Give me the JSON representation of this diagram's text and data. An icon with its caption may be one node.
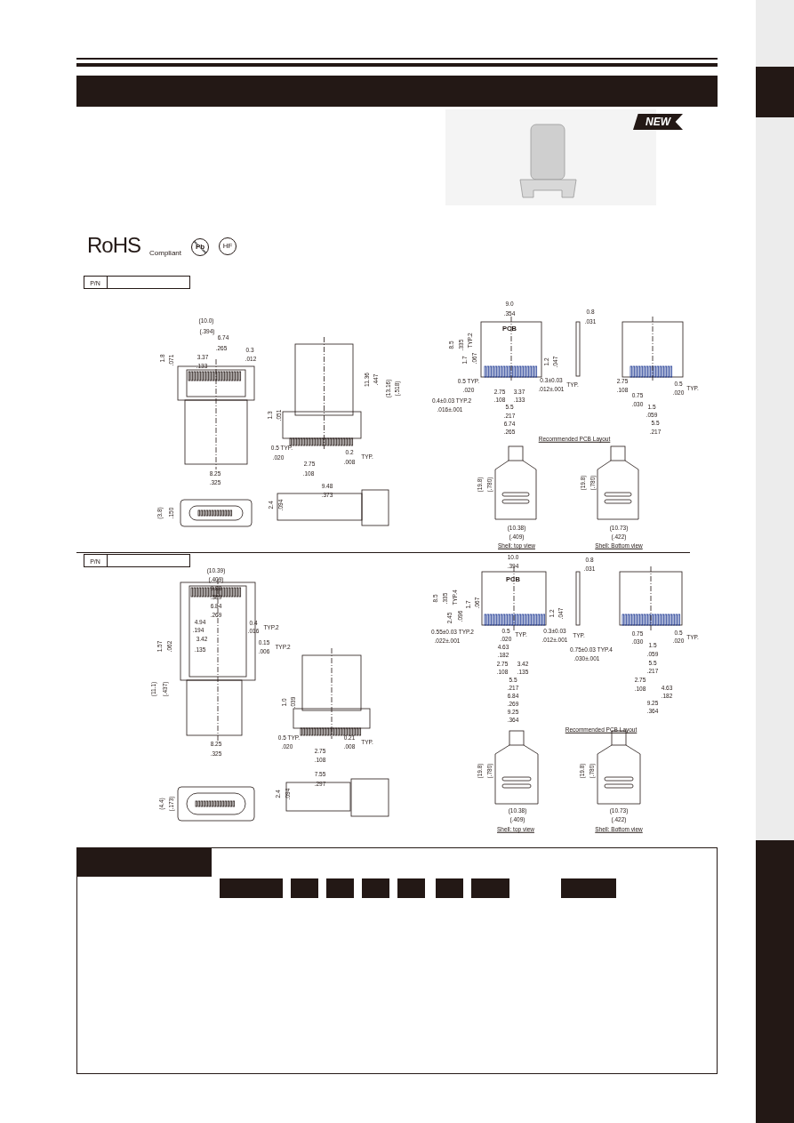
{
  "diagram": {
    "nodes": [
      {
        "text": [],
        "shape": "bar"
      },
      {
        "text": [],
        "shape": "bar"
      },
      {
        "text": [],
        "shape": "bar"
      },
      {
        "text": [],
        "shape": "bar"
      },
      {
        "text": [],
        "shape": "bar"
      },
      {
        "text": [],
        "shape": "bar"
      },
      {
        "text": [],
        "shape": "bar"
      },
      {
        "text": [],
        "shape": "bar"
      },
      {
        "text": [],
        "shape": "bar"
      },
      {
        "text": [],
        "shape": "bar"
      },
      {
        "text": [],
        "shape": "bar"
      },
      {
        "text": [],
        "shape": "bar"
      }
    ],
    "labels": [
      "NEW",
      "RoHS",
      "Compliant",
      "Pb",
      "HF",
      "P/N",
      "(10.0)",
      "(.394)",
      "6.74",
      ".265",
      "0.3",
      ".012",
      "3.37",
      ".133",
      "1.8",
      ".071",
      "8.25",
      ".325",
      "(3.8)",
      ".150",
      "11.36",
      ".447",
      "(13.16)",
      "(.518)",
      "1.3",
      ".051",
      "0.5 TYP.",
      ".020",
      "2.75",
      ".108",
      "0.2",
      ".008",
      "TYP.",
      "9.48",
      ".373",
      "2.4",
      ".094",
      "9.0",
      ".354",
      "PCB",
      "8.5",
      ".335",
      "TYP.2",
      "1.7",
      ".067",
      "1.2",
      ".047",
      "0.5 TYP.",
      ".020",
      "0.3±0.03",
      ".012±.001",
      "TYP.",
      "2.75",
      "3.37",
      "0.4±0.03 TYP.2",
      ".108",
      ".133",
      ".016±.001",
      "5.5",
      ".217",
      "6.74",
      ".265",
      "0.8",
      ".031",
      "2.75",
      ".108",
      "0.75",
      ".030",
      "1.5",
      ".059",
      "5.5",
      ".217",
      "0.5",
      ".020",
      "TYP.",
      "Recommended PCB Layout",
      "(19.8)",
      "(.780)",
      "(10.38)",
      "(.409)",
      "Shell: top view",
      "(19.8)",
      "(.780)",
      "(10.73)",
      "(.422)",
      "Shell: Bottom view",
      "P/N",
      "(10.39)",
      "(.409)",
      "9.88",
      ".389",
      "6.84",
      ".269",
      "4.94",
      ".194",
      "3.42",
      ".135",
      "0.4",
      ".016",
      "TYP.2",
      "0.15",
      ".006",
      "TYP.2",
      "1.57",
      ".062",
      "(11.1)",
      "(.437)",
      "8.25",
      ".325",
      "1.0",
      ".039",
      "0.5 TYP.",
      ".020",
      "2.75",
      ".108",
      "0.21",
      ".008",
      "TYP.",
      "(4.4)",
      "(.173)",
      "7.55",
      ".297",
      "2.4",
      ".094",
      "10.0",
      ".394",
      "0.8",
      ".031",
      "PCB",
      "8.5",
      ".335",
      "TYP.4",
      "1.7",
      ".067",
      "2.45",
      ".096",
      "1.2",
      ".047",
      "0.55±0.03 TYP.2",
      ".022±.001",
      "0.5",
      ".020",
      "TYP.",
      "0.3±0.03",
      ".012±.001",
      "TYP.",
      "4.63",
      ".182",
      "2.75",
      "3.42",
      ".108",
      ".135",
      "5.5",
      ".217",
      "6.84",
      ".269",
      "9.25",
      ".364",
      "0.75",
      ".030",
      "1.5",
      ".059",
      "0.5",
      ".020",
      "TYP.",
      "0.75±0.03 TYP.4",
      ".030±.001",
      "5.5",
      ".217",
      "2.75",
      ".108",
      "4.63",
      ".182",
      "9.25",
      ".364",
      "Recommended PCB Layout",
      "(19.8)",
      "(.780)",
      "(10.38)",
      "(.409)",
      "Shell: top view",
      "(19.8)",
      "(.780)",
      "(10.73)",
      "(.422)",
      "Shell: Bottom view"
    ]
  }
}
